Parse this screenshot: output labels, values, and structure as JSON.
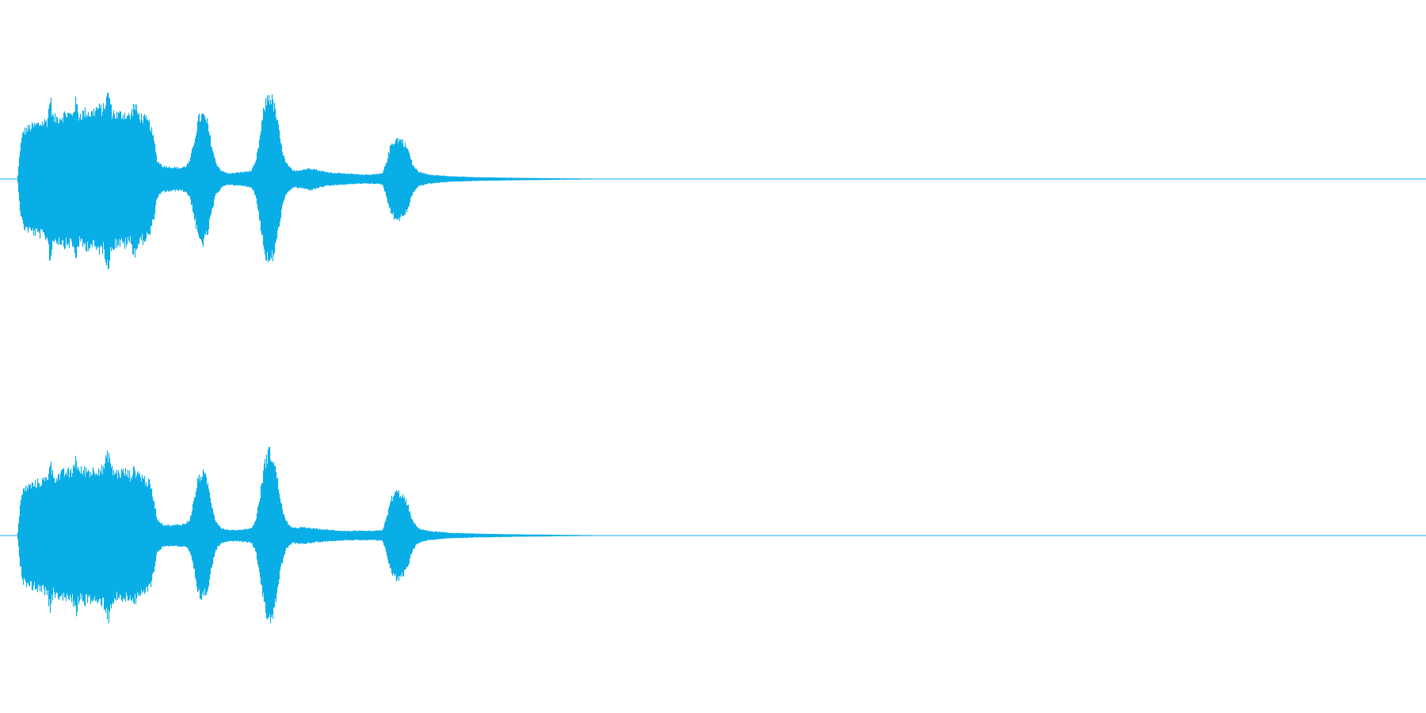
{
  "waveform": {
    "color": "#0aaee6",
    "background": "#ffffff",
    "channels": [
      {
        "name": "left",
        "envelope": [
          [
            0.0,
            0.0
          ],
          [
            0.012,
            0.0
          ],
          [
            0.014,
            0.35
          ],
          [
            0.016,
            0.52
          ],
          [
            0.02,
            0.56
          ],
          [
            0.026,
            0.6
          ],
          [
            0.03,
            0.62
          ],
          [
            0.033,
            0.64
          ],
          [
            0.035,
            0.9
          ],
          [
            0.037,
            0.66
          ],
          [
            0.042,
            0.68
          ],
          [
            0.046,
            0.72
          ],
          [
            0.05,
            0.7
          ],
          [
            0.053,
            0.85
          ],
          [
            0.055,
            0.7
          ],
          [
            0.06,
            0.74
          ],
          [
            0.064,
            0.72
          ],
          [
            0.068,
            0.78
          ],
          [
            0.072,
            0.76
          ],
          [
            0.076,
            0.95
          ],
          [
            0.078,
            0.74
          ],
          [
            0.082,
            0.7
          ],
          [
            0.087,
            0.72
          ],
          [
            0.091,
            0.68
          ],
          [
            0.094,
            0.82
          ],
          [
            0.097,
            0.7
          ],
          [
            0.101,
            0.66
          ],
          [
            0.105,
            0.6
          ],
          [
            0.108,
            0.4
          ],
          [
            0.11,
            0.2
          ],
          [
            0.114,
            0.14
          ],
          [
            0.12,
            0.13
          ],
          [
            0.126,
            0.12
          ],
          [
            0.13,
            0.14
          ],
          [
            0.133,
            0.2
          ],
          [
            0.136,
            0.42
          ],
          [
            0.139,
            0.66
          ],
          [
            0.142,
            0.7
          ],
          [
            0.145,
            0.62
          ],
          [
            0.148,
            0.38
          ],
          [
            0.151,
            0.18
          ],
          [
            0.155,
            0.09
          ],
          [
            0.16,
            0.06
          ],
          [
            0.166,
            0.07
          ],
          [
            0.172,
            0.08
          ],
          [
            0.176,
            0.09
          ],
          [
            0.179,
            0.18
          ],
          [
            0.182,
            0.45
          ],
          [
            0.185,
            0.78
          ],
          [
            0.188,
            0.92
          ],
          [
            0.191,
            0.86
          ],
          [
            0.194,
            0.66
          ],
          [
            0.197,
            0.36
          ],
          [
            0.2,
            0.18
          ],
          [
            0.205,
            0.09
          ],
          [
            0.211,
            0.1
          ],
          [
            0.218,
            0.12
          ],
          [
            0.224,
            0.09
          ],
          [
            0.232,
            0.07
          ],
          [
            0.242,
            0.06
          ],
          [
            0.252,
            0.05
          ],
          [
            0.262,
            0.05
          ],
          [
            0.268,
            0.06
          ],
          [
            0.271,
            0.2
          ],
          [
            0.274,
            0.38
          ],
          [
            0.278,
            0.44
          ],
          [
            0.282,
            0.42
          ],
          [
            0.286,
            0.32
          ],
          [
            0.289,
            0.16
          ],
          [
            0.293,
            0.08
          ],
          [
            0.3,
            0.05
          ],
          [
            0.315,
            0.03
          ],
          [
            0.335,
            0.02
          ],
          [
            0.355,
            0.015
          ],
          [
            0.38,
            0.01
          ],
          [
            0.41,
            0.005
          ],
          [
            0.44,
            0.002
          ],
          [
            0.46,
            0.0
          ],
          [
            1.0,
            0.0
          ]
        ]
      },
      {
        "name": "right",
        "envelope": [
          [
            0.0,
            0.0
          ],
          [
            0.012,
            0.0
          ],
          [
            0.014,
            0.34
          ],
          [
            0.016,
            0.5
          ],
          [
            0.02,
            0.54
          ],
          [
            0.026,
            0.58
          ],
          [
            0.03,
            0.6
          ],
          [
            0.033,
            0.62
          ],
          [
            0.035,
            0.84
          ],
          [
            0.037,
            0.64
          ],
          [
            0.042,
            0.66
          ],
          [
            0.046,
            0.7
          ],
          [
            0.05,
            0.68
          ],
          [
            0.053,
            0.86
          ],
          [
            0.055,
            0.7
          ],
          [
            0.06,
            0.72
          ],
          [
            0.064,
            0.7
          ],
          [
            0.068,
            0.74
          ],
          [
            0.072,
            0.72
          ],
          [
            0.076,
            0.92
          ],
          [
            0.078,
            0.72
          ],
          [
            0.082,
            0.68
          ],
          [
            0.087,
            0.7
          ],
          [
            0.091,
            0.66
          ],
          [
            0.094,
            0.72
          ],
          [
            0.097,
            0.68
          ],
          [
            0.101,
            0.62
          ],
          [
            0.105,
            0.56
          ],
          [
            0.108,
            0.36
          ],
          [
            0.11,
            0.18
          ],
          [
            0.114,
            0.12
          ],
          [
            0.12,
            0.11
          ],
          [
            0.126,
            0.12
          ],
          [
            0.13,
            0.13
          ],
          [
            0.133,
            0.18
          ],
          [
            0.136,
            0.4
          ],
          [
            0.139,
            0.64
          ],
          [
            0.142,
            0.68
          ],
          [
            0.145,
            0.6
          ],
          [
            0.148,
            0.36
          ],
          [
            0.151,
            0.16
          ],
          [
            0.155,
            0.08
          ],
          [
            0.16,
            0.06
          ],
          [
            0.166,
            0.06
          ],
          [
            0.172,
            0.07
          ],
          [
            0.176,
            0.08
          ],
          [
            0.179,
            0.16
          ],
          [
            0.182,
            0.42
          ],
          [
            0.185,
            0.76
          ],
          [
            0.188,
            0.92
          ],
          [
            0.191,
            0.86
          ],
          [
            0.194,
            0.64
          ],
          [
            0.197,
            0.34
          ],
          [
            0.2,
            0.16
          ],
          [
            0.205,
            0.08
          ],
          [
            0.211,
            0.09
          ],
          [
            0.218,
            0.08
          ],
          [
            0.224,
            0.07
          ],
          [
            0.232,
            0.06
          ],
          [
            0.242,
            0.05
          ],
          [
            0.252,
            0.05
          ],
          [
            0.262,
            0.05
          ],
          [
            0.268,
            0.06
          ],
          [
            0.271,
            0.2
          ],
          [
            0.274,
            0.4
          ],
          [
            0.278,
            0.48
          ],
          [
            0.282,
            0.44
          ],
          [
            0.286,
            0.32
          ],
          [
            0.289,
            0.16
          ],
          [
            0.293,
            0.08
          ],
          [
            0.3,
            0.05
          ],
          [
            0.315,
            0.03
          ],
          [
            0.335,
            0.02
          ],
          [
            0.355,
            0.015
          ],
          [
            0.38,
            0.01
          ],
          [
            0.41,
            0.005
          ],
          [
            0.44,
            0.002
          ],
          [
            0.465,
            0.0
          ],
          [
            1.0,
            0.0
          ]
        ]
      }
    ]
  }
}
